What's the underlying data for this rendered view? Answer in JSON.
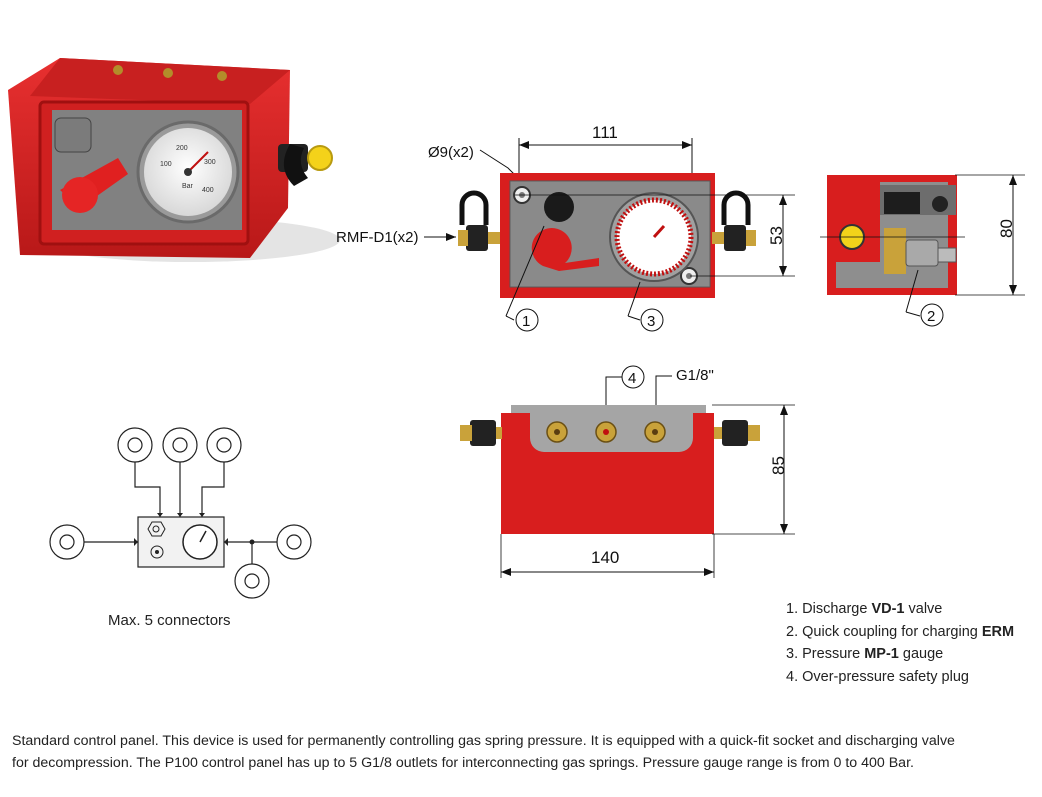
{
  "dimensions": {
    "top_width": "111",
    "hole": "Ø9(x2)",
    "connector": "RMF-D1(x2)",
    "height_53": "53",
    "depth_80": "80",
    "front_width": "140",
    "front_height": "85",
    "thread": "G1/8\""
  },
  "callouts": [
    "1",
    "2",
    "3",
    "4"
  ],
  "gauge_marks": [
    "100",
    "200",
    "300",
    "400",
    "Bar"
  ],
  "schematic_caption": "Max. 5 connectors",
  "legend": [
    {
      "num": "1.",
      "pre": "Discharge",
      "bold": "VD-1",
      "post": "valve"
    },
    {
      "num": "2.",
      "pre": "Quick coupling for charging",
      "bold": "ERM",
      "post": ""
    },
    {
      "num": "3.",
      "pre": "Pressure",
      "bold": "MP-1",
      "post": "gauge"
    },
    {
      "num": "4.",
      "pre": "Over-pressure safety plug",
      "bold": "",
      "post": ""
    }
  ],
  "description_line1": "Standard control panel. This device is used for permanently controlling gas spring pressure. It is equipped with a quick-fit socket and discharging valve",
  "description_line2": "for decompression. The P100 control panel has up to 5 G1/8 outlets for interconnecting gas springs. Pressure gauge range is from 0 to 400 Bar.",
  "colors": {
    "red": "#d81e1e",
    "dark_red": "#a80f12",
    "grey": "#9a9a9a",
    "brass": "#c9a23a"
  }
}
